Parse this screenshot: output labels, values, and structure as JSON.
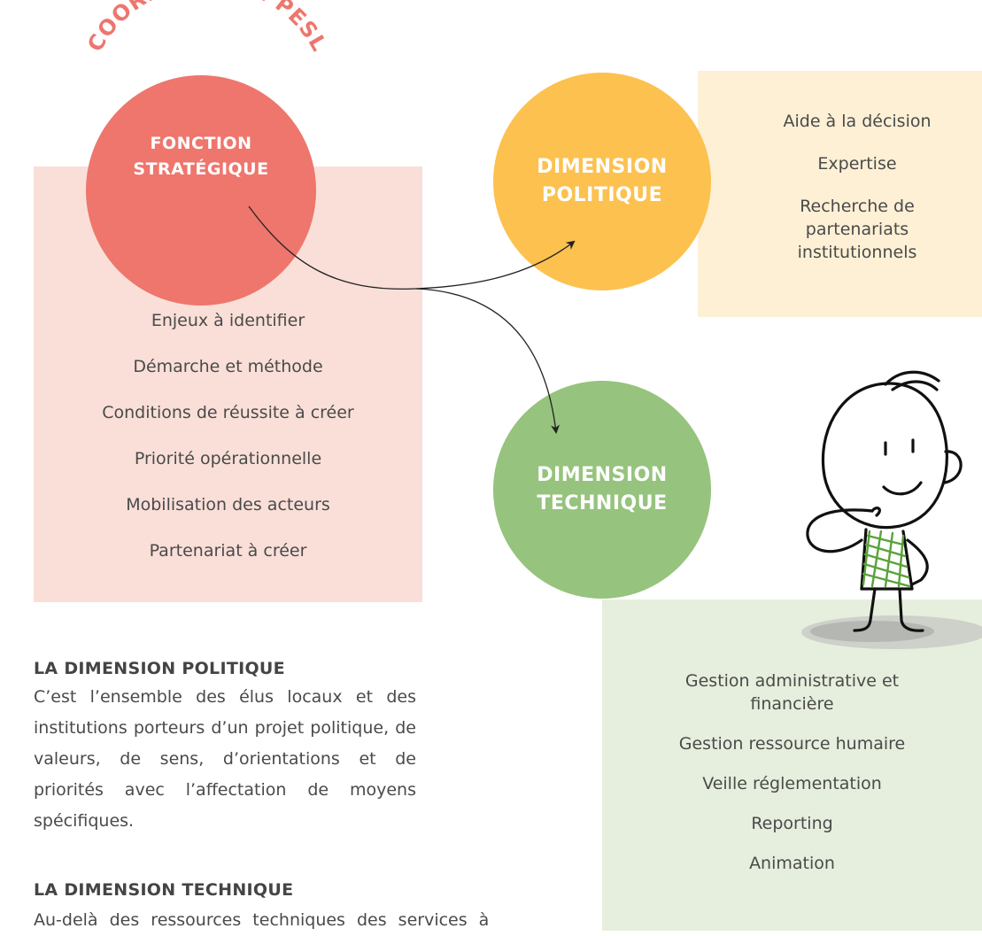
{
  "arc_label": "COORDINATION PESL",
  "strategic": {
    "title": "FONCTION\nSTRATÉGIQUE",
    "items": [
      "Enjeux à identifier",
      "Démarche et méthode",
      "Conditions de réussite à créer",
      "Priorité opérationnelle",
      "Mobilisation des acteurs",
      "Partenariat à créer"
    ]
  },
  "politique": {
    "title": "DIMENSION\nPOLITIQUE",
    "items": [
      "Aide à la décision",
      "Expertise",
      "Recherche de\npartenariats\ninstitutionnels"
    ]
  },
  "technique": {
    "title": "DIMENSION\nTECHNIQUE",
    "items": [
      "Gestion administrative et\nfinancière",
      "Gestion ressource humaire",
      "Veille réglementation",
      "Reporting",
      "Animation"
    ]
  },
  "text": {
    "heading_politique": "LA DIMENSION POLITIQUE",
    "para_politique": "C’est l’ensemble des élus locaux et des institutions porteurs d’un projet politique, de valeurs, de sens, d’orientations et de priorités avec l’affectation de moyens spécifiques.",
    "heading_technique": "LA DIMENSION TECHNIQUE",
    "para_technique_partial": "Au-delà des ressources techniques des services à"
  },
  "colors": {
    "strategic": "#ee766d",
    "politique": "#fcc14f",
    "technique": "#96c37d",
    "panel_strategic": "#f9dfd8",
    "panel_politique": "#fdf0d5",
    "panel_technique": "#e6efdd"
  }
}
